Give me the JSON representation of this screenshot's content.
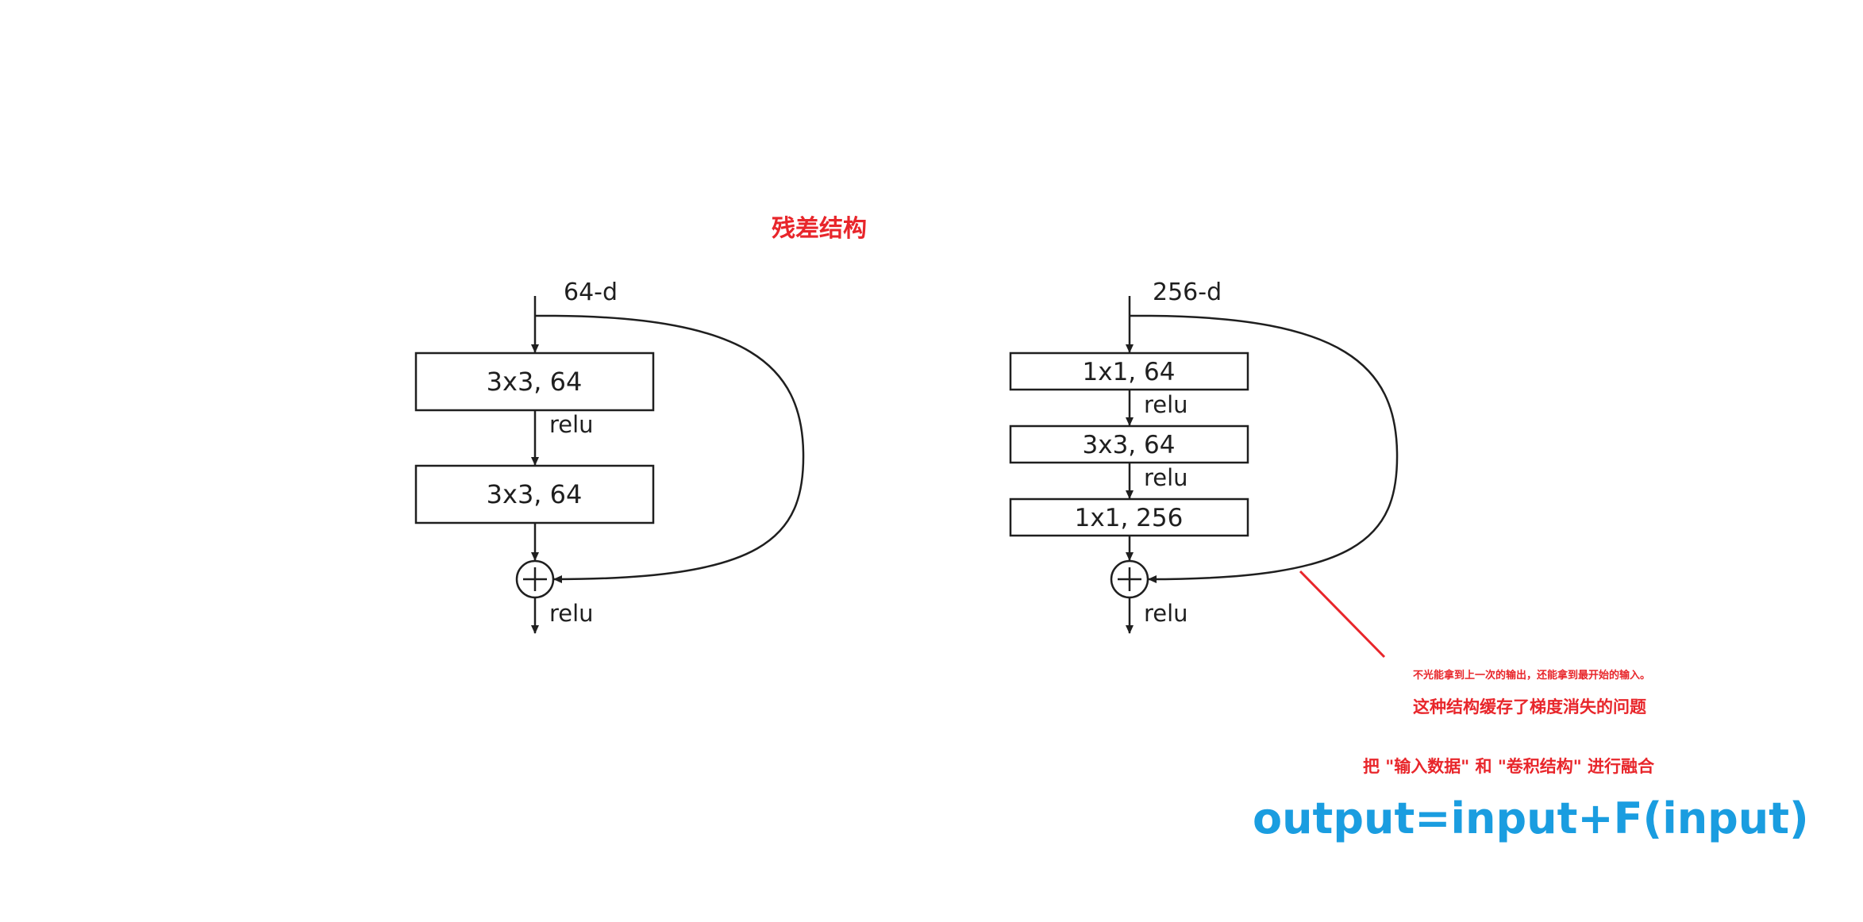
{
  "title": "残差结构",
  "left_block": {
    "input_label": "64-d",
    "layers": [
      "3x3, 64",
      "3x3, 64"
    ],
    "activations": [
      "relu",
      "relu"
    ]
  },
  "right_block": {
    "input_label": "256-d",
    "layers": [
      "1x1, 64",
      "3x3, 64",
      "1x1, 256"
    ],
    "activations": [
      "relu",
      "relu",
      "relu"
    ]
  },
  "notes": {
    "line1": "不光能拿到上一次的输出，还能拿到最开始的输入。",
    "line2": "这种结构缓存了梯度消失的问题",
    "line3": "把 \"输入数据\" 和 \"卷积结构\" 进行融合"
  },
  "formula": "output=input+F(input)",
  "colors": {
    "annotation_red": "#e8262b",
    "formula_blue": "#1a9de0",
    "diagram_black": "#1f1f1f"
  },
  "icons": {
    "sum_node": "circled-plus-icon"
  }
}
